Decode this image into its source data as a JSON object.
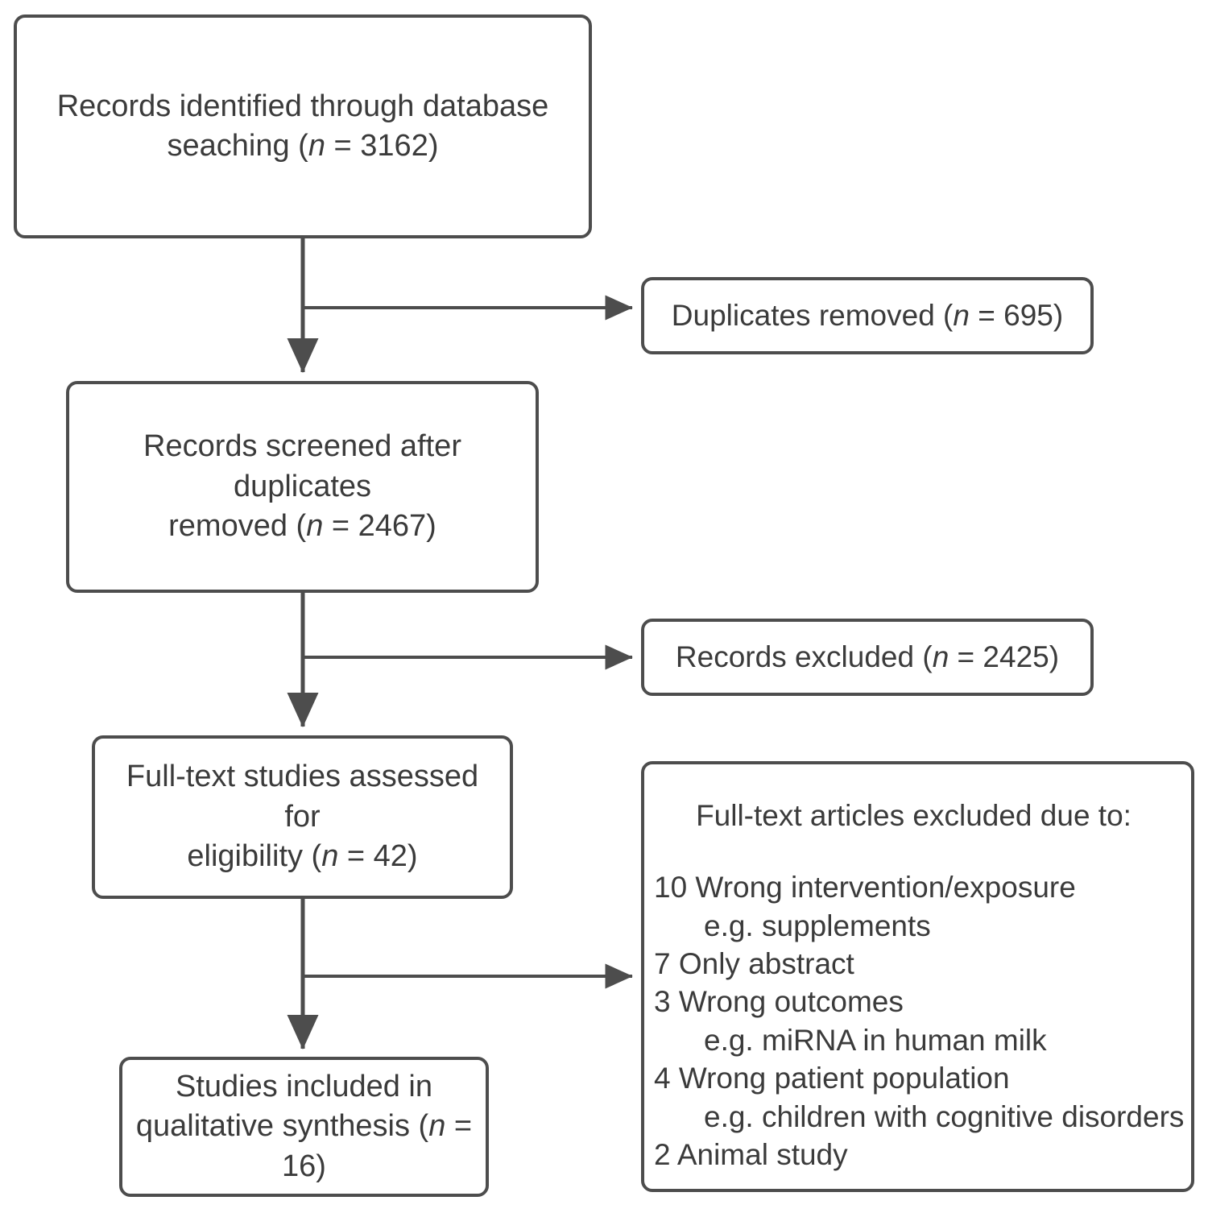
{
  "diagram": {
    "title": "PRISMA study selection flow diagram",
    "line_color": "#4d4d4d",
    "text_color": "#3b3b3b",
    "background": "#ffffff",
    "nodes": {
      "identified": {
        "line1": "Records identified through database",
        "line2_pre": "seaching (",
        "line2_var": "n",
        "line2_post": " = 3162)",
        "count": 3162
      },
      "duplicates": {
        "pre": "Duplicates removed (",
        "var": "n",
        "post": " = 695)",
        "count": 695
      },
      "screened": {
        "line1": "Records screened after duplicates",
        "line2_pre": "removed (",
        "line2_var": "n",
        "line2_post": " = 2467)",
        "count": 2467
      },
      "excluded": {
        "pre": "Records excluded (",
        "var": "n",
        "post": " = 2425)",
        "count": 2425
      },
      "fulltext": {
        "line1": "Full-text studies assessed for",
        "line2_pre": "eligibility (",
        "line2_var": "n",
        "line2_post": " = 42)",
        "count": 42
      },
      "included": {
        "line1": "Studies included in",
        "line2_pre": "qualitative synthesis (",
        "line2_var": "n",
        "line2_post": " = 16)",
        "count": 16
      },
      "reasons": {
        "title": "Full-text articles excluded due to:",
        "items": [
          {
            "count": 10,
            "text": "10 Wrong intervention/exposure",
            "sub": false
          },
          {
            "count": null,
            "text": "e.g. supplements",
            "sub": true
          },
          {
            "count": 7,
            "text": "7 Only abstract",
            "sub": false
          },
          {
            "count": 3,
            "text": "3 Wrong outcomes",
            "sub": false
          },
          {
            "count": null,
            "text": "e.g. miRNA in human milk",
            "sub": true
          },
          {
            "count": 4,
            "text": "4 Wrong patient population",
            "sub": false
          },
          {
            "count": null,
            "text": "e.g. children with cognitive disorders",
            "sub": true
          },
          {
            "count": 2,
            "text": "2 Animal study",
            "sub": false
          }
        ]
      }
    },
    "connectors": [
      {
        "name": "identified-to-screened",
        "type": "vertical-arrow"
      },
      {
        "name": "identified-to-duplicates",
        "type": "horizontal-arrow"
      },
      {
        "name": "screened-to-fulltext",
        "type": "vertical-arrow"
      },
      {
        "name": "screened-to-excluded",
        "type": "horizontal-arrow"
      },
      {
        "name": "fulltext-to-included",
        "type": "vertical-arrow"
      },
      {
        "name": "fulltext-to-reasons",
        "type": "horizontal-arrow"
      }
    ]
  }
}
